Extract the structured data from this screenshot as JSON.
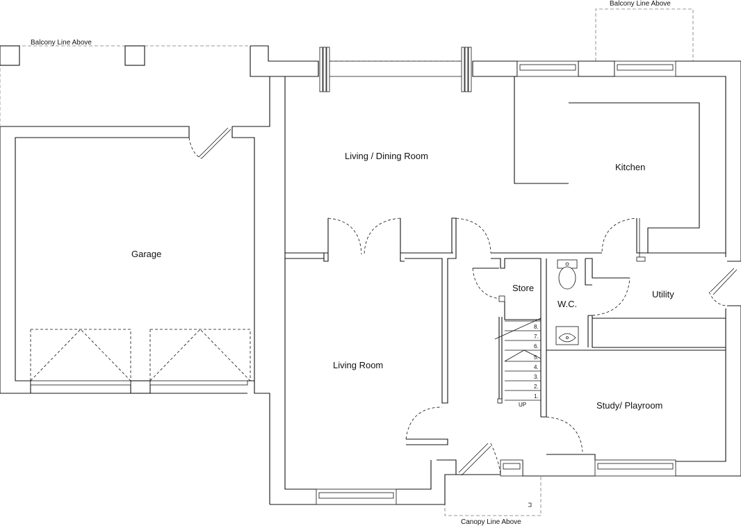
{
  "rooms": {
    "living_dining": "Living / Dining Room",
    "kitchen": "Kitchen",
    "garage": "Garage",
    "store": "Store",
    "wc": "W.C.",
    "utility": "Utility",
    "living_room": "Living Room",
    "study": "Study/ Playroom"
  },
  "notes": {
    "balcony_left": "Balcony Line Above",
    "balcony_right": "Balcony Line Above",
    "canopy": "Canopy Line Above"
  },
  "stairs": {
    "steps": [
      "1.",
      "2.",
      "3.",
      "4.",
      "5.",
      "6.",
      "7.",
      "8."
    ],
    "direction": "UP"
  }
}
